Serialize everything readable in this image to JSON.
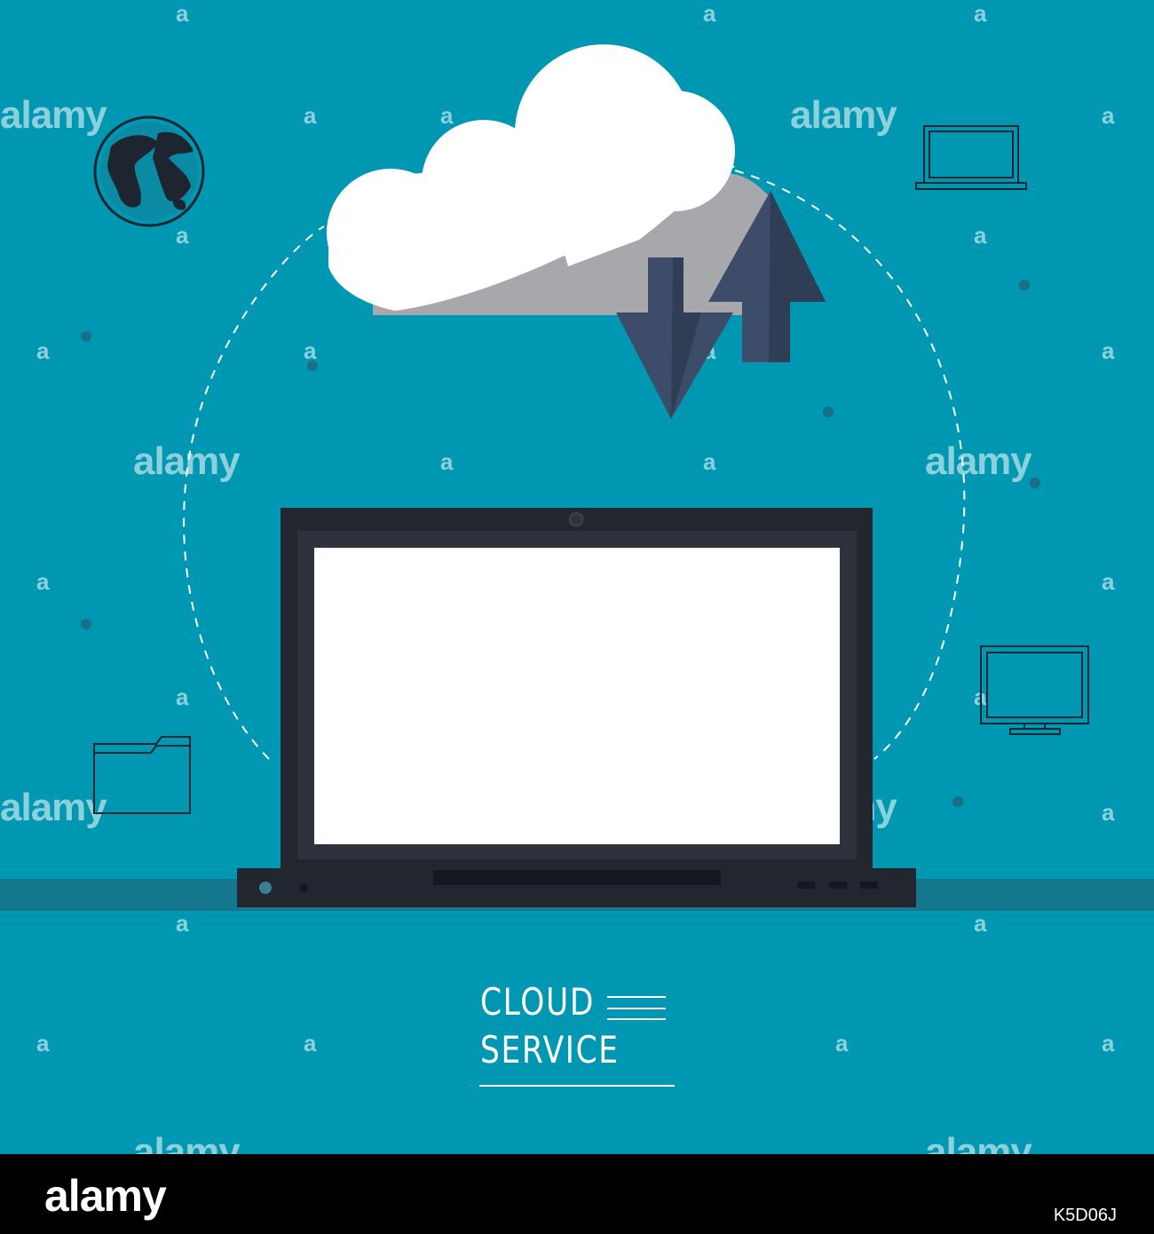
{
  "title": {
    "line1": "CLOUD",
    "line2": "SERVICE"
  },
  "watermark": {
    "word": "alamy",
    "letter": "a"
  },
  "footer": {
    "logo": "alamy",
    "image_id": "K5D06J"
  },
  "icons": {
    "globe": "globe-icon",
    "laptop_small": "laptop-outline-icon",
    "monitor": "monitor-outline-icon",
    "folder": "folder-outline-icon",
    "cloud": "cloud-icon",
    "arrows": "upload-download-arrows-icon",
    "laptop_main": "laptop-icon"
  },
  "colors": {
    "background": "#0097b2",
    "shelf": "#14778e",
    "laptop_body": "#22262e",
    "laptop_bezel": "#2e323c",
    "screen": "#ffffff",
    "cloud": "#ffffff",
    "cloud_shadow": "#a6a8ab",
    "arrows": "#3d4d69",
    "footer": "#000000"
  }
}
